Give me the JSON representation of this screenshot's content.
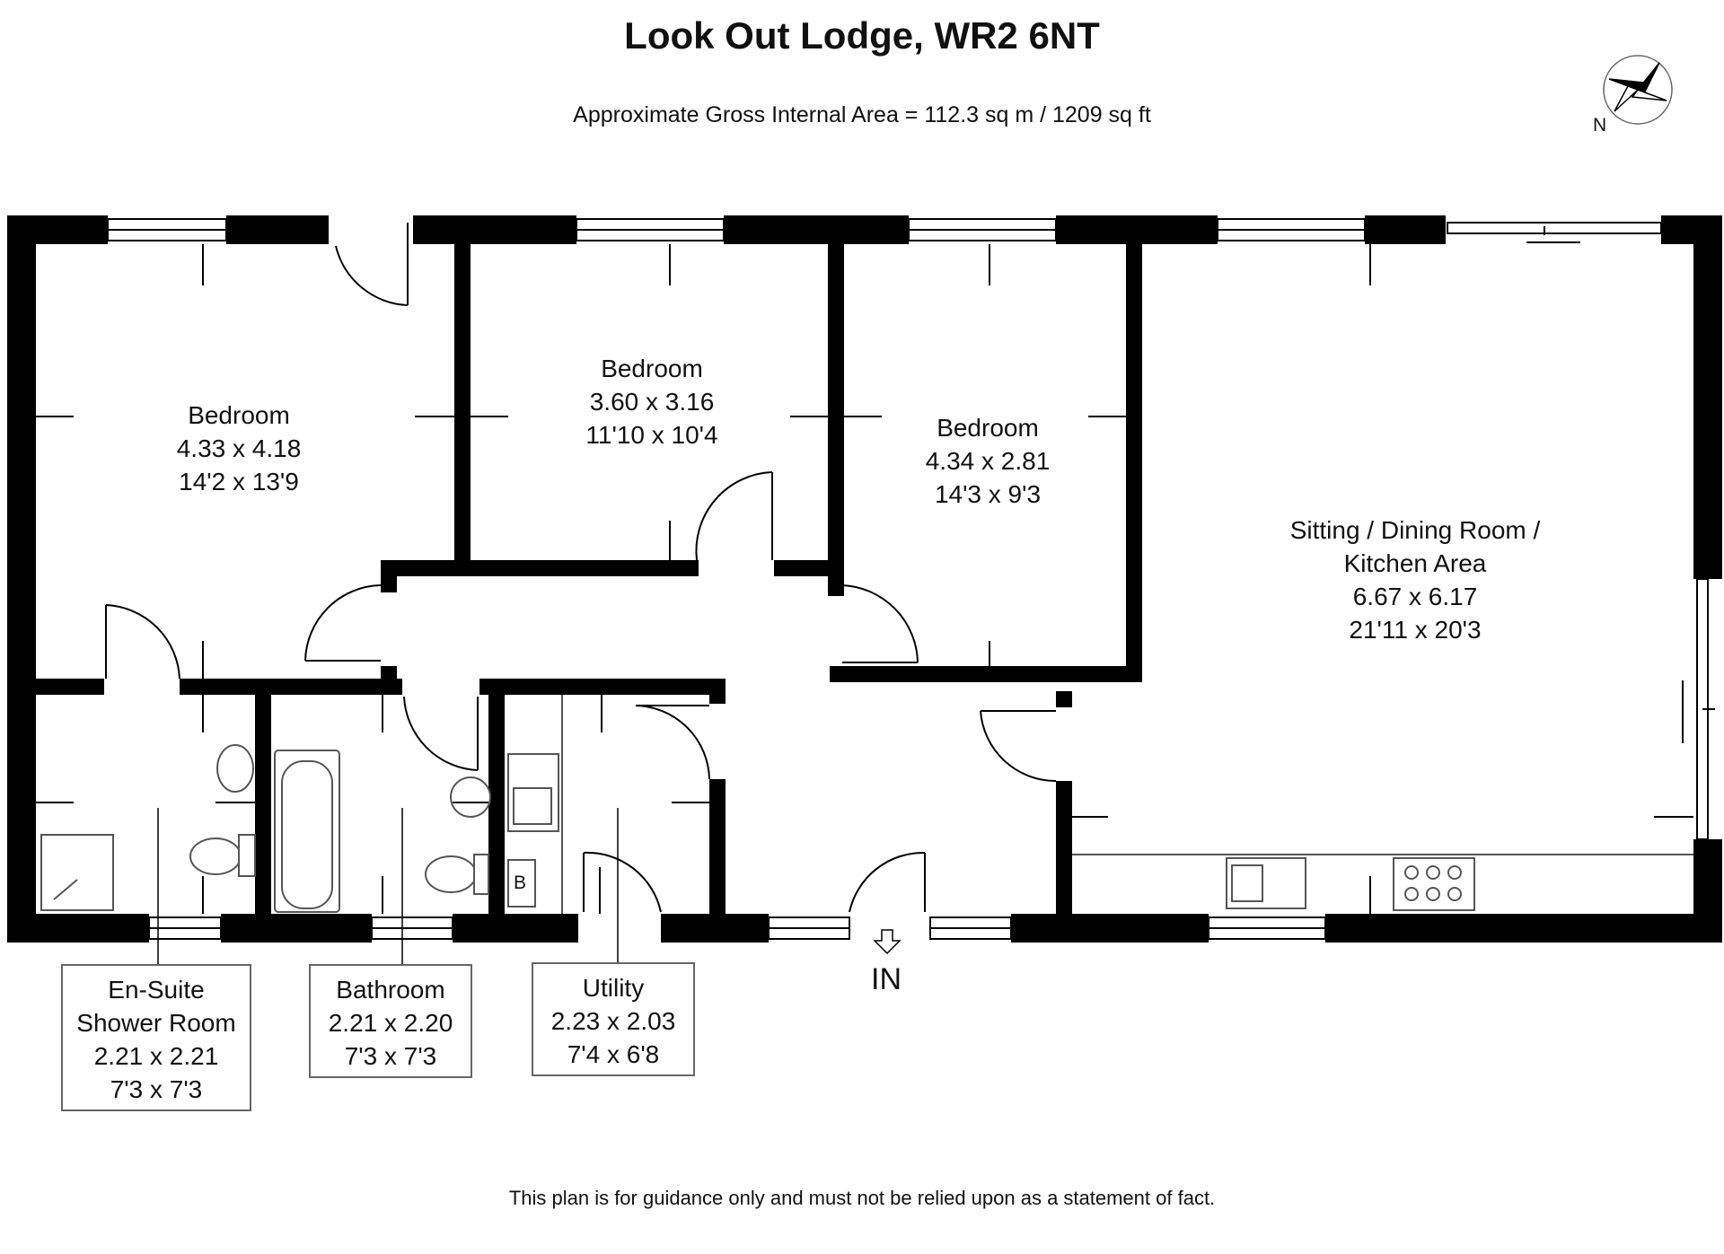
{
  "header": {
    "title": "Look Out Lodge, WR2 6NT",
    "area": "Approximate Gross Internal Area = 112.3 sq m / 1209 sq ft"
  },
  "compass": {
    "label": "N"
  },
  "rooms": {
    "bedroom1": {
      "name": "Bedroom",
      "metric": "4.33 x 4.18",
      "imperial": "14'2 x 13'9"
    },
    "bedroom2": {
      "name": "Bedroom",
      "metric": "3.60 x 3.16",
      "imperial": "11'10 x 10'4"
    },
    "bedroom3": {
      "name": "Bedroom",
      "metric": "4.34 x 2.81",
      "imperial": "14'3 x 9'3"
    },
    "sitting": {
      "name1": "Sitting / Dining Room /",
      "name2": "Kitchen Area",
      "metric": "6.67 x 6.17",
      "imperial": "21'11 x 20'3"
    },
    "ensuite": {
      "name1": "En-Suite",
      "name2": "Shower Room",
      "metric": "2.21 x 2.21",
      "imperial": "7'3 x 7'3"
    },
    "bathroom": {
      "name": "Bathroom",
      "metric": "2.21 x 2.20",
      "imperial": "7'3 x 7'3"
    },
    "utility": {
      "name": "Utility",
      "metric": "2.23 x 2.03",
      "imperial": "7'4 x 6'8"
    }
  },
  "entrance": {
    "label": "IN"
  },
  "boiler": {
    "label": "B"
  },
  "footer": {
    "disclaimer": "This plan is for guidance only and must not be relied upon as a statement of fact."
  },
  "colors": {
    "wall": "#000000",
    "fixture": "#555555",
    "background": "#ffffff"
  }
}
